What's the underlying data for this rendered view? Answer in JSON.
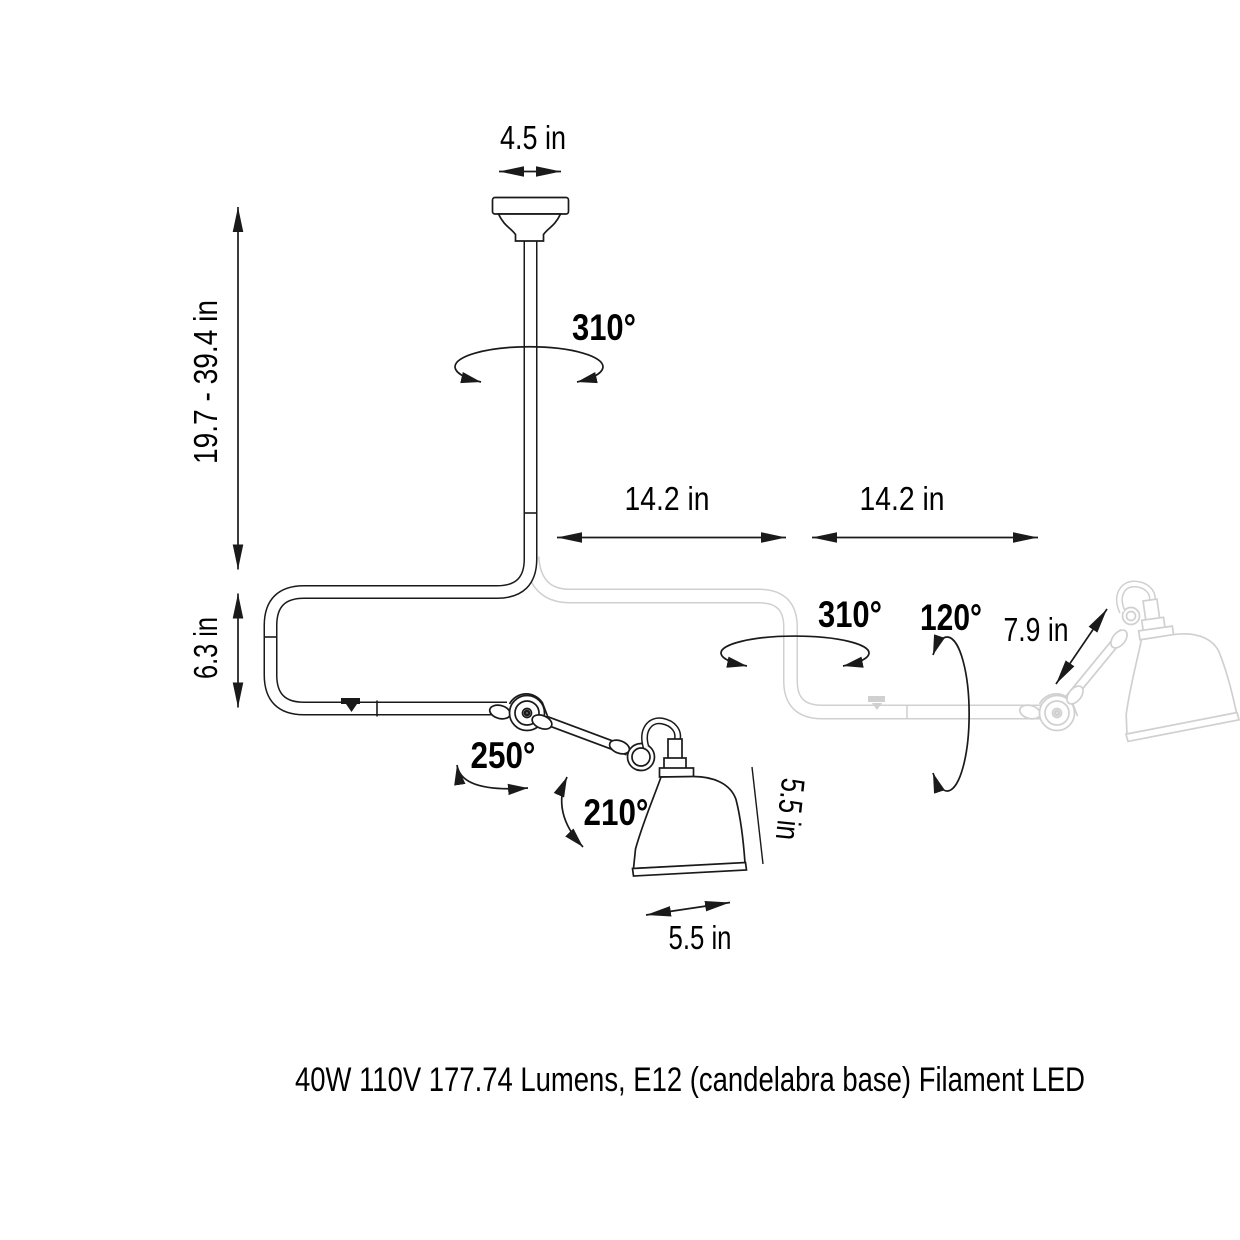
{
  "diagram": {
    "caption": "40W 110V 177.74 Lumens, E12 (candelabra base) Filament LED",
    "dimensions": {
      "canopy_width": "4.5 in",
      "drop_height_range": "19.7 - 39.4 in",
      "frame_height": "6.3 in",
      "arm_left_length": "14.2 in",
      "arm_right_length": "14.2 in",
      "forearm_length": "7.9 in",
      "shade_height": "5.5 in",
      "shade_width": "5.5 in"
    },
    "rotations": {
      "rod_swivel": "310°",
      "arm_swivel": "310°",
      "elbow_swivel": "120°",
      "shoulder_pivot": "250°",
      "shade_pivot": "210°"
    },
    "colors": {
      "line": "#1a1a1a",
      "ghost_line": "#d0d0d0",
      "text": "#000000",
      "background": "#ffffff"
    }
  }
}
